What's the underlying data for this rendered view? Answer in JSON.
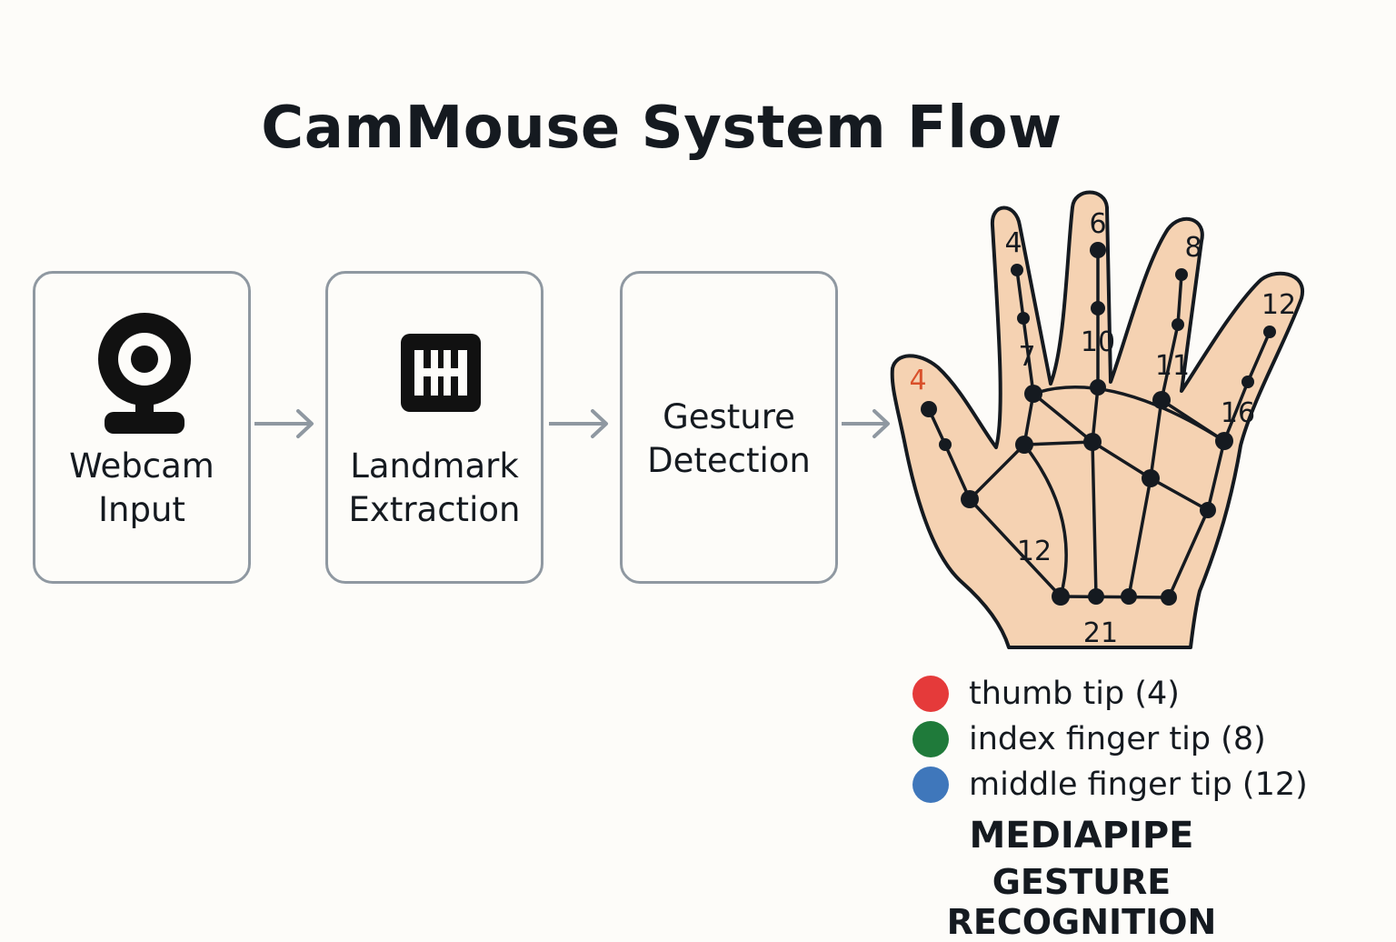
{
  "title": "CamMouse System Flow",
  "flow": {
    "steps": [
      {
        "label": "Webcam\nInput",
        "icon": "webcam-icon"
      },
      {
        "label": "Landmark\nExtraction",
        "icon": "landmark-grid-icon"
      },
      {
        "label": "Gesture\nDetection",
        "icon": ""
      }
    ]
  },
  "hand": {
    "labels": {
      "thumb_tip": "4",
      "index_tip": "4",
      "index_lower": "7",
      "middle_tip": "6",
      "middle_lower": "10",
      "ring_tip": "8",
      "ring_lower": "11",
      "pinky_tip": "12",
      "pinky_lower": "16",
      "palm": "12",
      "wrist": "21"
    },
    "colors": {
      "skin": "#f5d2b2",
      "thumb_label": "#d9502a"
    }
  },
  "legend": {
    "items": [
      {
        "text": "thumb tip (4)",
        "color": "#e53a3a"
      },
      {
        "text": "index finger tip (8)",
        "color": "#1f7a3a"
      },
      {
        "text": "middle finger tip (12)",
        "color": "#3f77bb"
      }
    ]
  },
  "brand": {
    "line1": "MEDIAPIPE",
    "line2": "GESTURE RECOGNITION"
  }
}
